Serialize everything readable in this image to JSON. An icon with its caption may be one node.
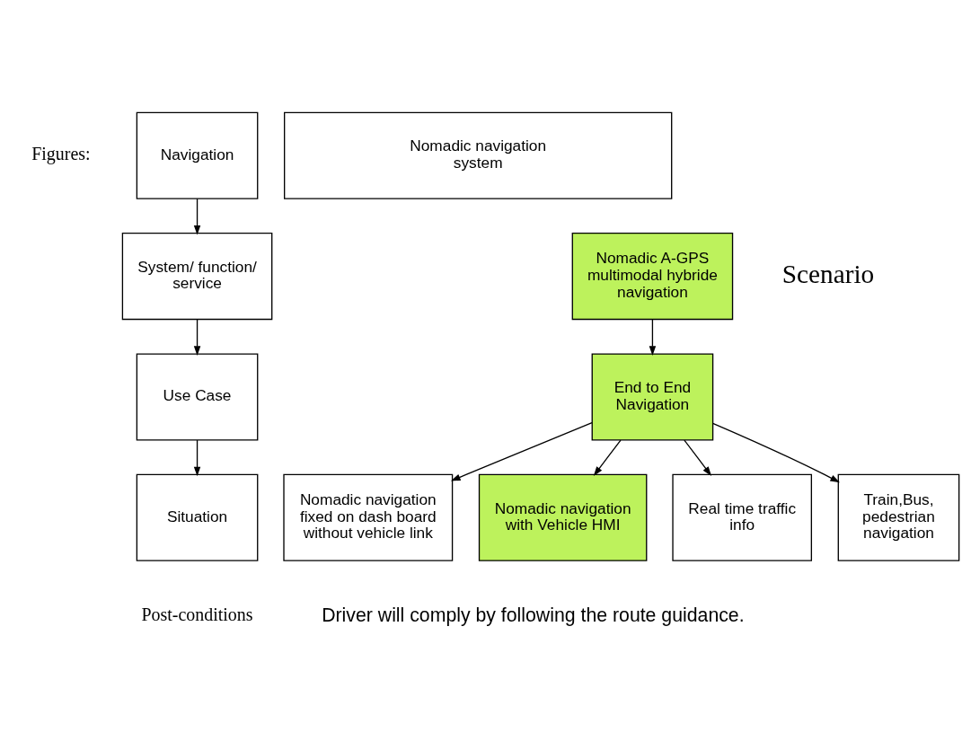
{
  "diagram": {
    "nodes": [
      {
        "text": [
          "Navigation"
        ]
      },
      {
        "text": [
          "System/ function/ service"
        ]
      },
      {
        "text": [
          "Use Case"
        ]
      },
      {
        "text": [
          "Situation"
        ]
      },
      {
        "text": [
          "Nomadic navigation system"
        ]
      },
      {
        "text": [
          "Nomadic A-GPS multimodal hybride navigation"
        ]
      },
      {
        "text": [
          "End to End Navigation"
        ]
      },
      {
        "text": [
          "Nomadic navigation fixed on dash board without vehicle link"
        ]
      },
      {
        "text": [
          "Nomadic navigation with Vehicle HMI"
        ]
      },
      {
        "text": [
          "Real time traffic info"
        ]
      },
      {
        "text": [
          "Train,Bus, pedestrian navigation"
        ]
      }
    ],
    "edges": [
      {
        "from": 0,
        "to": 1,
        "arrow": "to"
      },
      {
        "from": 1,
        "to": 2,
        "arrow": "to"
      },
      {
        "from": 2,
        "to": 3,
        "arrow": "to"
      },
      {
        "from": 5,
        "to": 6,
        "arrow": "to"
      },
      {
        "from": 6,
        "to": 7,
        "arrow": "to"
      },
      {
        "from": 6,
        "to": 8,
        "arrow": "to"
      },
      {
        "from": 6,
        "to": 9,
        "arrow": "to"
      },
      {
        "from": 6,
        "to": 10,
        "arrow": "to"
      }
    ],
    "labels": [
      "Figures:",
      "Scenario",
      "Post-conditions",
      "Driver will comply by following the route guidance."
    ]
  }
}
